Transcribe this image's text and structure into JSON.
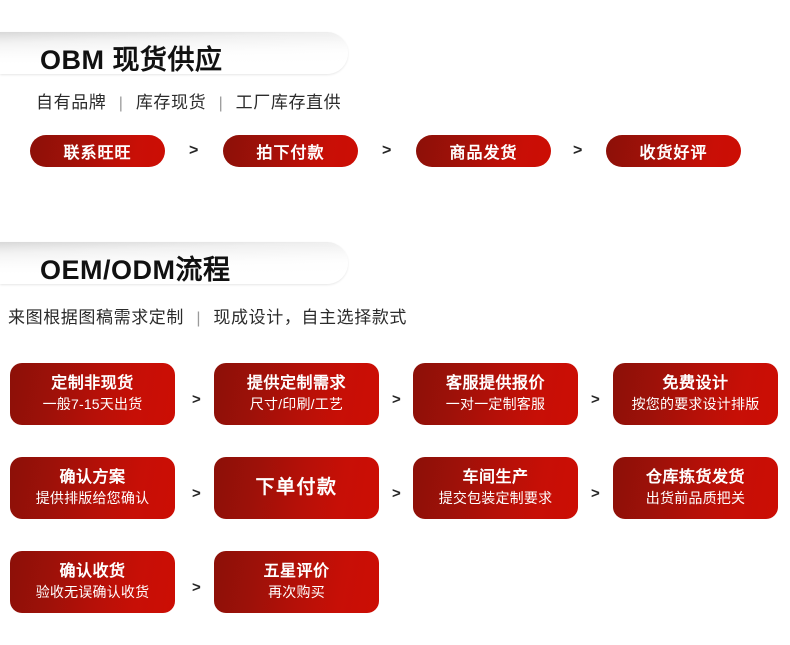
{
  "sections": [
    {
      "id": "obm",
      "title": "OBM 现货供应",
      "subtitle_parts": [
        "自有品牌",
        "库存现货",
        "工厂库存直供"
      ],
      "separator": "|",
      "arrow": ">",
      "steps": [
        {
          "line1": "联系旺旺"
        },
        {
          "line1": "拍下付款"
        },
        {
          "line1": "商品发货"
        },
        {
          "line1": "收货好评"
        }
      ]
    },
    {
      "id": "oem-odm",
      "title": "OEM/ODM流程",
      "subtitle_parts": [
        "来图根据图稿需求定制",
        "现成设计，自主选择款式"
      ],
      "separator": "|",
      "arrow": ">",
      "rows": [
        [
          {
            "line1": "定制非现货",
            "line2": "一般7-15天出货"
          },
          {
            "line1": "提供定制需求",
            "line2": "尺寸/印刷/工艺"
          },
          {
            "line1": "客服提供报价",
            "line2": "一对一定制客服"
          },
          {
            "line1": "免费设计",
            "line2": "按您的要求设计排版"
          }
        ],
        [
          {
            "line1": "确认方案",
            "line2": "提供排版给您确认"
          },
          {
            "line1": "下单付款",
            "line2": ""
          },
          {
            "line1": "车间生产",
            "line2": "提交包装定制要求"
          },
          {
            "line1": "仓库拣货发货",
            "line2": "出货前品质把关"
          }
        ],
        [
          {
            "line1": "确认收货",
            "line2": "验收无误确认收货"
          },
          {
            "line1": "五星评价",
            "line2": "再次购买"
          }
        ]
      ]
    }
  ],
  "colors": {
    "brand_red_dark": "#8c1008",
    "brand_red_light": "#cc0d04",
    "text_dark": "#111111",
    "background": "#ffffff"
  }
}
